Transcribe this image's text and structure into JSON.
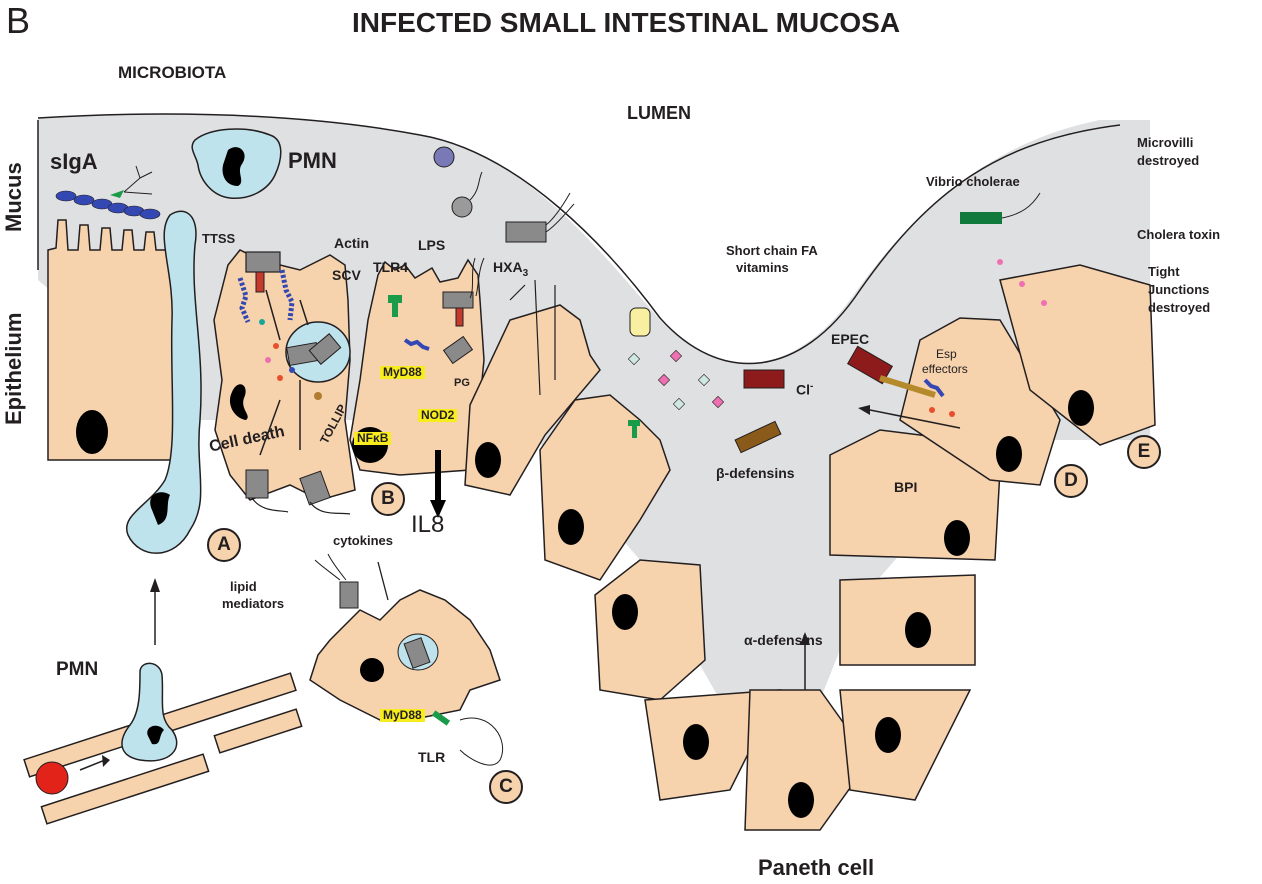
{
  "panel_letter": "B",
  "title": "INFECTED SMALL INTESTINAL MUCOSA",
  "regions": {
    "microbiota": "MICROBIOTA",
    "lumen": "LUMEN",
    "mucus": "Mucus",
    "epithelium": "Epithelium"
  },
  "labels": {
    "siga": "sIgA",
    "pmn_top": "PMN",
    "pmn_bottom": "PMN",
    "ttss": "TTSS",
    "actin": "Actin",
    "scv": "SCV",
    "lps": "LPS",
    "tlr4": "TLR4",
    "hxa3_main": "HXA",
    "hxa3_sub": "3",
    "myd88_top": "MyD88",
    "myd88_bottom": "MyD88",
    "pg": "PG",
    "nod2": "NOD2",
    "tollip": "TOLLIP",
    "nfkb": "NFκB",
    "cell_death": "Cell death",
    "il8": "IL8",
    "cytokines": "cytokines",
    "lipid_mediators_1": "lipid",
    "lipid_mediators_2": "mediators",
    "tlr": "TLR",
    "short_chain_1": "Short chain FA",
    "short_chain_2": "vitamins",
    "beta_defensins": "β-defensins",
    "alpha_defensins": "α-defensins",
    "chloride_main": "Cl",
    "chloride_sup": "-",
    "epec": "EPEC",
    "esp_1": "Esp",
    "esp_2": "effectors",
    "bpi": "BPI",
    "vibrio": "Vibrio cholerae",
    "microvilli_1": "Microvilli",
    "microvilli_2": "destroyed",
    "cholera_toxin": "Cholera toxin",
    "tight_1": "Tight",
    "tight_2": "Junctions",
    "tight_3": "destroyed",
    "paneth": "Paneth cell"
  },
  "panel_markers": [
    "A",
    "B",
    "C",
    "D",
    "E"
  ],
  "colors": {
    "cell_fill": "#f6d2ad",
    "lumen_fill": "#dfe0e2",
    "pmn_fill": "#bfe3ec",
    "nucleus": "#000000",
    "label_highlight": "#f7ec1e",
    "bacterium_gray": "#8a8a8a",
    "tlr_green": "#1a9b4a",
    "epec_red": "#8e1b1b",
    "vibrio_green": "#0f7a3c",
    "toxin_pink": "#ee6fb2",
    "effector_blue": "#3448b4",
    "rbc_red": "#e2231a"
  }
}
